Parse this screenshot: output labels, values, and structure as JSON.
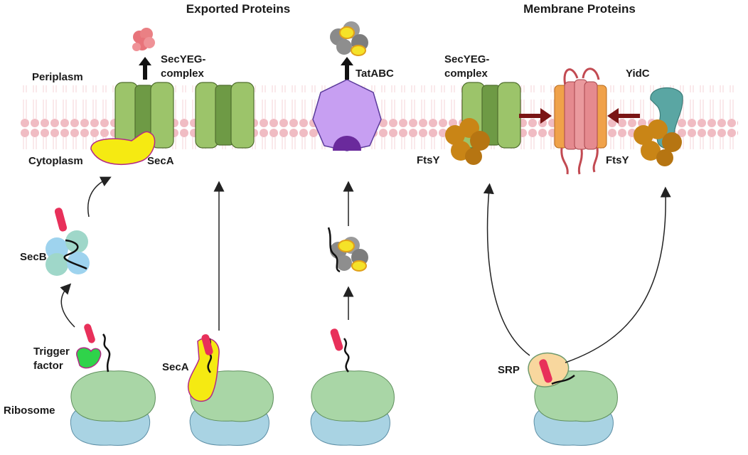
{
  "headers": {
    "exported": "Exported Proteins",
    "membrane": "Membrane Proteins"
  },
  "compartments": {
    "periplasm": "Periplasm",
    "cytoplasm": "Cytoplasm"
  },
  "labels": {
    "secyeg_1_line1": "SecYEG-",
    "secyeg_1_line2": "complex",
    "secyeg_2_line1": "SecYEG-",
    "secyeg_2_line2": "complex",
    "tatabc": "TatABC",
    "yidc": "YidC",
    "secA_membrane": "SecA",
    "secA_ribosome": "SecA",
    "ftsY_left": "FtsY",
    "ftsY_right": "FtsY",
    "secB": "SecB",
    "trigger_line1": "Trigger",
    "trigger_line2": "factor",
    "ribosome": "Ribosome",
    "srp": "SRP"
  },
  "colors": {
    "membrane": "#f2c4c9",
    "secyeg": "#9cc46a",
    "secyeg_dark": "#6e9a45",
    "secA": "#f5ea12",
    "tat": "#c79ff2",
    "tat_dark": "#6a2a9c",
    "ftsY": "#c98516",
    "yidc": "#5aa6a3",
    "ribo_large": "#a9d6a6",
    "ribo_small": "#a9d3e3",
    "srp": "#f8d79e",
    "signal": "#e8305a",
    "helix": "#e58a8f",
    "arrow_red": "#7a1515"
  }
}
